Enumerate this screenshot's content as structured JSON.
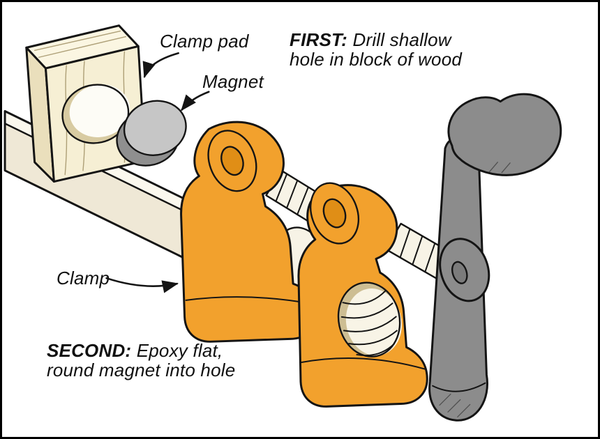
{
  "figure": {
    "callouts": {
      "clamp_pad": "Clamp pad",
      "magnet": "Magnet",
      "clamp": "Clamp"
    },
    "instructions": {
      "first": {
        "keyword": "FIRST:",
        "line1": "Drill shallow",
        "line2": "hole in block of wood"
      },
      "second": {
        "keyword": "SECOND:",
        "line1": "Epoxy flat,",
        "line2": "round magnet into hole"
      }
    },
    "colors": {
      "clamp_orange": "#F2A12D",
      "clamp_orange_dark": "#E08E16",
      "handle_gray": "#8C8C8C",
      "magnet_face": "#C6C6C6",
      "magnet_side": "#8F8F8F",
      "wood_front": "#F6EFD4",
      "wood_top": "#FBF6E2",
      "wood_side": "#EADFBC",
      "bar_top": "#FBF8EE",
      "bar_side": "#EFE8D6",
      "thread_cream": "#F7F3E6",
      "outline": "#141414"
    }
  }
}
